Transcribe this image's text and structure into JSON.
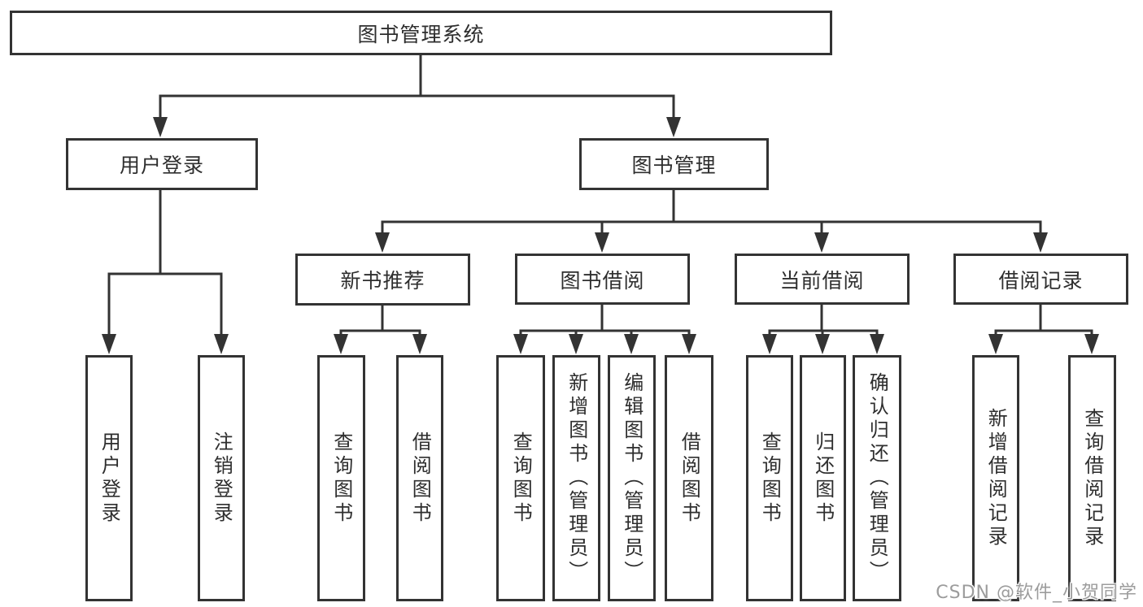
{
  "diagram": {
    "root": {
      "label": "图书管理系统"
    },
    "branches": [
      {
        "label": "用户登录",
        "children": [
          {
            "label": "用户登录"
          },
          {
            "label": "注销登录"
          }
        ]
      },
      {
        "label": "图书管理",
        "children": [
          {
            "label": "新书推荐",
            "children": [
              {
                "label": "查询图书"
              },
              {
                "label": "借阅图书"
              }
            ]
          },
          {
            "label": "图书借阅",
            "children": [
              {
                "label": "查询图书"
              },
              {
                "label": "新增图书（管理员）"
              },
              {
                "label": "编辑图书（管理员）"
              },
              {
                "label": "借阅图书"
              }
            ]
          },
          {
            "label": "当前借阅",
            "children": [
              {
                "label": "查询图书"
              },
              {
                "label": "归还图书"
              },
              {
                "label": "确认归还（管理员）"
              }
            ]
          },
          {
            "label": "借阅记录",
            "children": [
              {
                "label": "新增借阅记录"
              },
              {
                "label": "查询借阅记录"
              }
            ]
          }
        ]
      }
    ]
  },
  "watermark": {
    "text": "CSDN @软件_小贺同学"
  },
  "colors": {
    "line": "#333333",
    "box_border": "#333333",
    "text": "#2e2e2e",
    "background": "#ffffff",
    "watermark": "#9c9c9c"
  }
}
